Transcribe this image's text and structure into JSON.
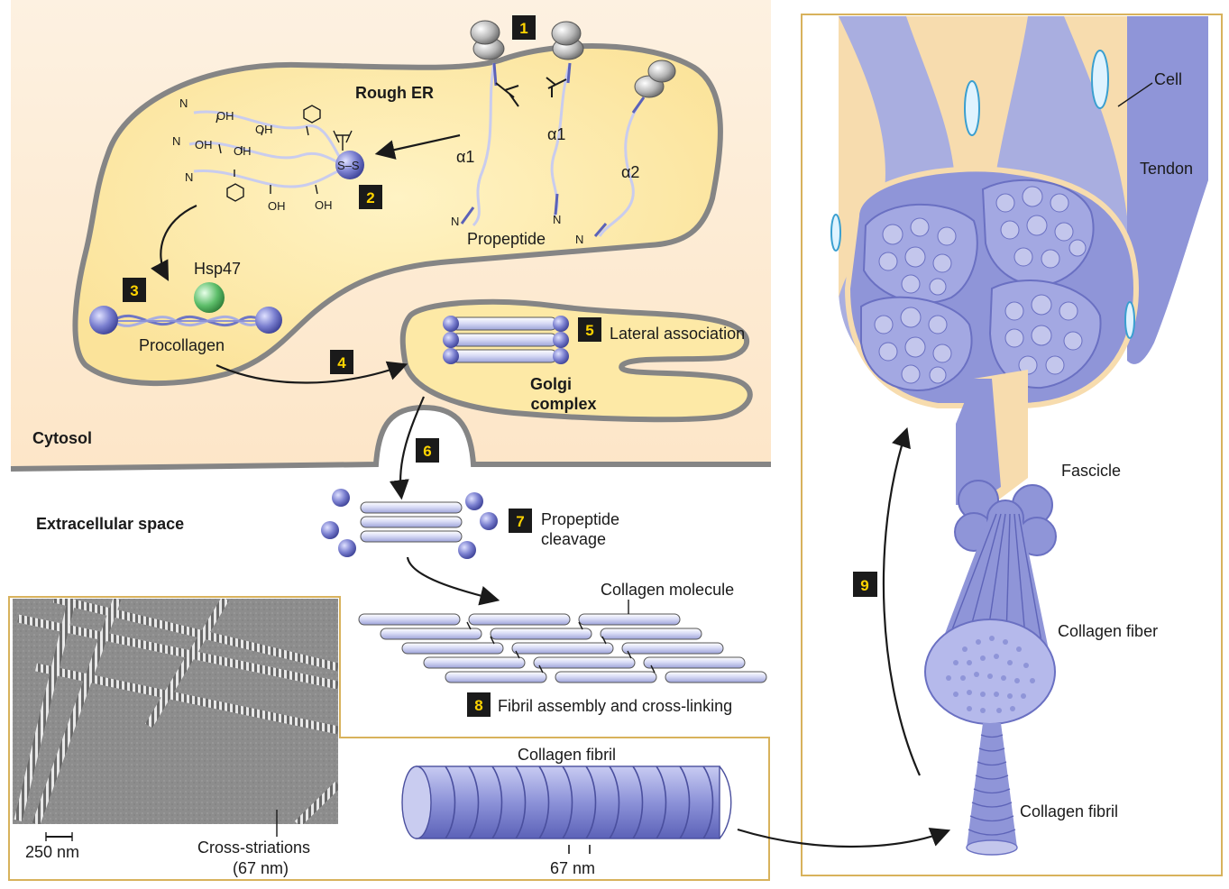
{
  "labels": {
    "rough_er": "Rough ER",
    "cytosol": "Cytosol",
    "extracellular_space": "Extracellular space",
    "golgi_line1": "Golgi",
    "golgi_line2": "complex",
    "hsp47": "Hsp47",
    "procollagen": "Procollagen",
    "propeptide": "Propeptide",
    "alpha1_a": "α1",
    "alpha1_b": "α1",
    "alpha2": "α2",
    "lateral_association": "Lateral association",
    "propeptide_cleavage_1": "Propeptide",
    "propeptide_cleavage_2": "cleavage",
    "collagen_molecule": "Collagen molecule",
    "fibril_assembly": "Fibril assembly and cross-linking",
    "collagen_fibril_center": "Collagen fibril",
    "spacing_67nm": "67 nm",
    "scale_250nm": "250 nm",
    "cross_striations_1": "Cross-striations",
    "cross_striations_2": "(67 nm)",
    "cell": "Cell",
    "tendon": "Tendon",
    "fascicle": "Fascicle",
    "collagen_fiber": "Collagen fiber",
    "collagen_fibril_right": "Collagen fibril",
    "chem": {
      "n1": "N",
      "n2": "N",
      "n3": "N",
      "oh1": "OH",
      "oh2": "OH",
      "oh3": "OH",
      "oh4": "OH",
      "oh5": "OH",
      "oh6": "OH",
      "ss": "S–S",
      "n_strand1": "N",
      "n_strand2": "N",
      "n_strand3": "N"
    }
  },
  "steps": [
    "1",
    "2",
    "3",
    "4",
    "5",
    "6",
    "7",
    "8",
    "9"
  ],
  "colors": {
    "cytoplasm": "#fdebd2",
    "er_fill": "#fde9a6",
    "membrane": "#858585",
    "collagen": "#a9aee0",
    "collagen_dark": "#6f76c4",
    "step_box": "#1a1a1a",
    "step_text": "#ffd400",
    "panel_border": "#d8b25c",
    "tissue_tan": "#f7dcae",
    "hsp_green": "#5dbe6a"
  }
}
